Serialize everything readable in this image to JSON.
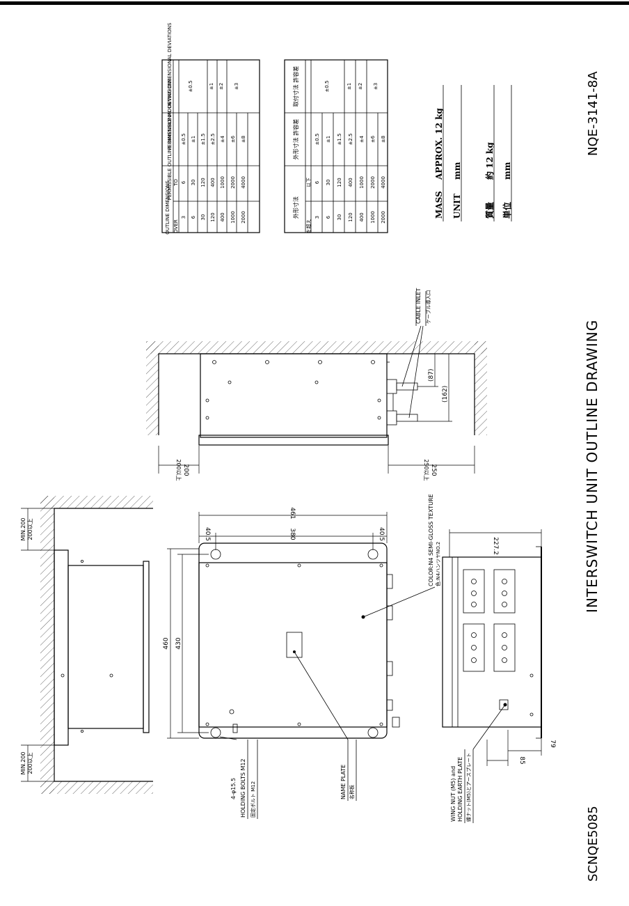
{
  "drawing": {
    "title": "INTERSWITCH UNIT OUTLINE DRAWING",
    "doc_number": "NQE-3141-8A",
    "code": "SCNQE5085"
  },
  "spec": {
    "mass_label": "MASS",
    "mass_value": "APPROX. 12 kg",
    "unit_label": "UNIT",
    "unit_value": "mm",
    "mass_label_jp": "質量",
    "mass_value_jp": "約 12 kg",
    "unit_label_jp": "単位",
    "unit_value_jp": "mm"
  },
  "tolerance_en": {
    "header_outline": "OUTLINE DIMENSIONS",
    "header_over": "OVER",
    "header_to": "TO",
    "header_outline_dev": "PERMISSIBLE OUTLINE DIMENSIONAL DEVIATIONS",
    "header_mount_dev": "PERMISSIBLE MOUNTING DIMENSIONAL DEVIATIONS",
    "rows": [
      {
        "over": "3",
        "to": "6",
        "dev": "±0.5"
      },
      {
        "over": "6",
        "to": "30",
        "dev": "±1"
      },
      {
        "over": "30",
        "to": "120",
        "dev": "±1.5"
      },
      {
        "over": "120",
        "to": "400",
        "dev": "±2.5"
      },
      {
        "over": "400",
        "to": "1000",
        "dev": "±4"
      },
      {
        "over": "1000",
        "to": "2000",
        "dev": "±6"
      },
      {
        "over": "2000",
        "to": "4000",
        "dev": "±8"
      }
    ],
    "mount": [
      "±0.5",
      "±1",
      "±2",
      "±3"
    ]
  },
  "tolerance_jp": {
    "header_outline": "外形寸法",
    "header_over": "を超え",
    "header_to": "以下",
    "header_outline_dev": "外形寸法 許容差",
    "header_mount_dev": "取付寸法 許容差",
    "rows": [
      {
        "over": "3",
        "to": "6",
        "dev": "±0.5"
      },
      {
        "over": "6",
        "to": "30",
        "dev": "±1"
      },
      {
        "over": "30",
        "to": "120",
        "dev": "±1.5"
      },
      {
        "over": "120",
        "to": "400",
        "dev": "±2.5"
      },
      {
        "over": "400",
        "to": "1000",
        "dev": "±4"
      },
      {
        "over": "1000",
        "to": "2000",
        "dev": "±6"
      },
      {
        "over": "2000",
        "to": "4000",
        "dev": "±8"
      }
    ],
    "mount": [
      "±0.5",
      "±1",
      "±2",
      "±3"
    ]
  },
  "labels": {
    "cable_inlet": "CABLE INLET",
    "cable_inlet_jp": "ケーブル導入口",
    "dim_87": "(87)",
    "dim_162": "(162)",
    "clear_200": "200",
    "clear_200_jp": "200以上",
    "clear_250": "250",
    "clear_250_jp": "250以上",
    "min200": "MIN.200",
    "min200_jp": "200以上",
    "dim_461": "461",
    "dim_380": "380",
    "dim_40_5a": "40.5",
    "dim_40_5b": "40.5",
    "dim_460": "460",
    "dim_430": "430",
    "dim_227_2": "227.2",
    "dim_79": "79",
    "dim_85": "85",
    "color": "COLOR:N4 SEMI-GLOSS TEXTURE",
    "color_jp": "色:N4ハンツヤNO.2",
    "holes": "4-φ15.5",
    "holding_bolts": "HOLDING BOLTS M12",
    "holding_bolts_jp": "固定ボルト M12",
    "name_plate": "NAME PLATE",
    "name_plate_jp": "名称板",
    "wing_nut": "WING NUT (M5) and",
    "earth_plate": "HOLDING EARTH PLATE",
    "wing_nut_jp": "蝶ナット(M5)とアースプレート"
  }
}
